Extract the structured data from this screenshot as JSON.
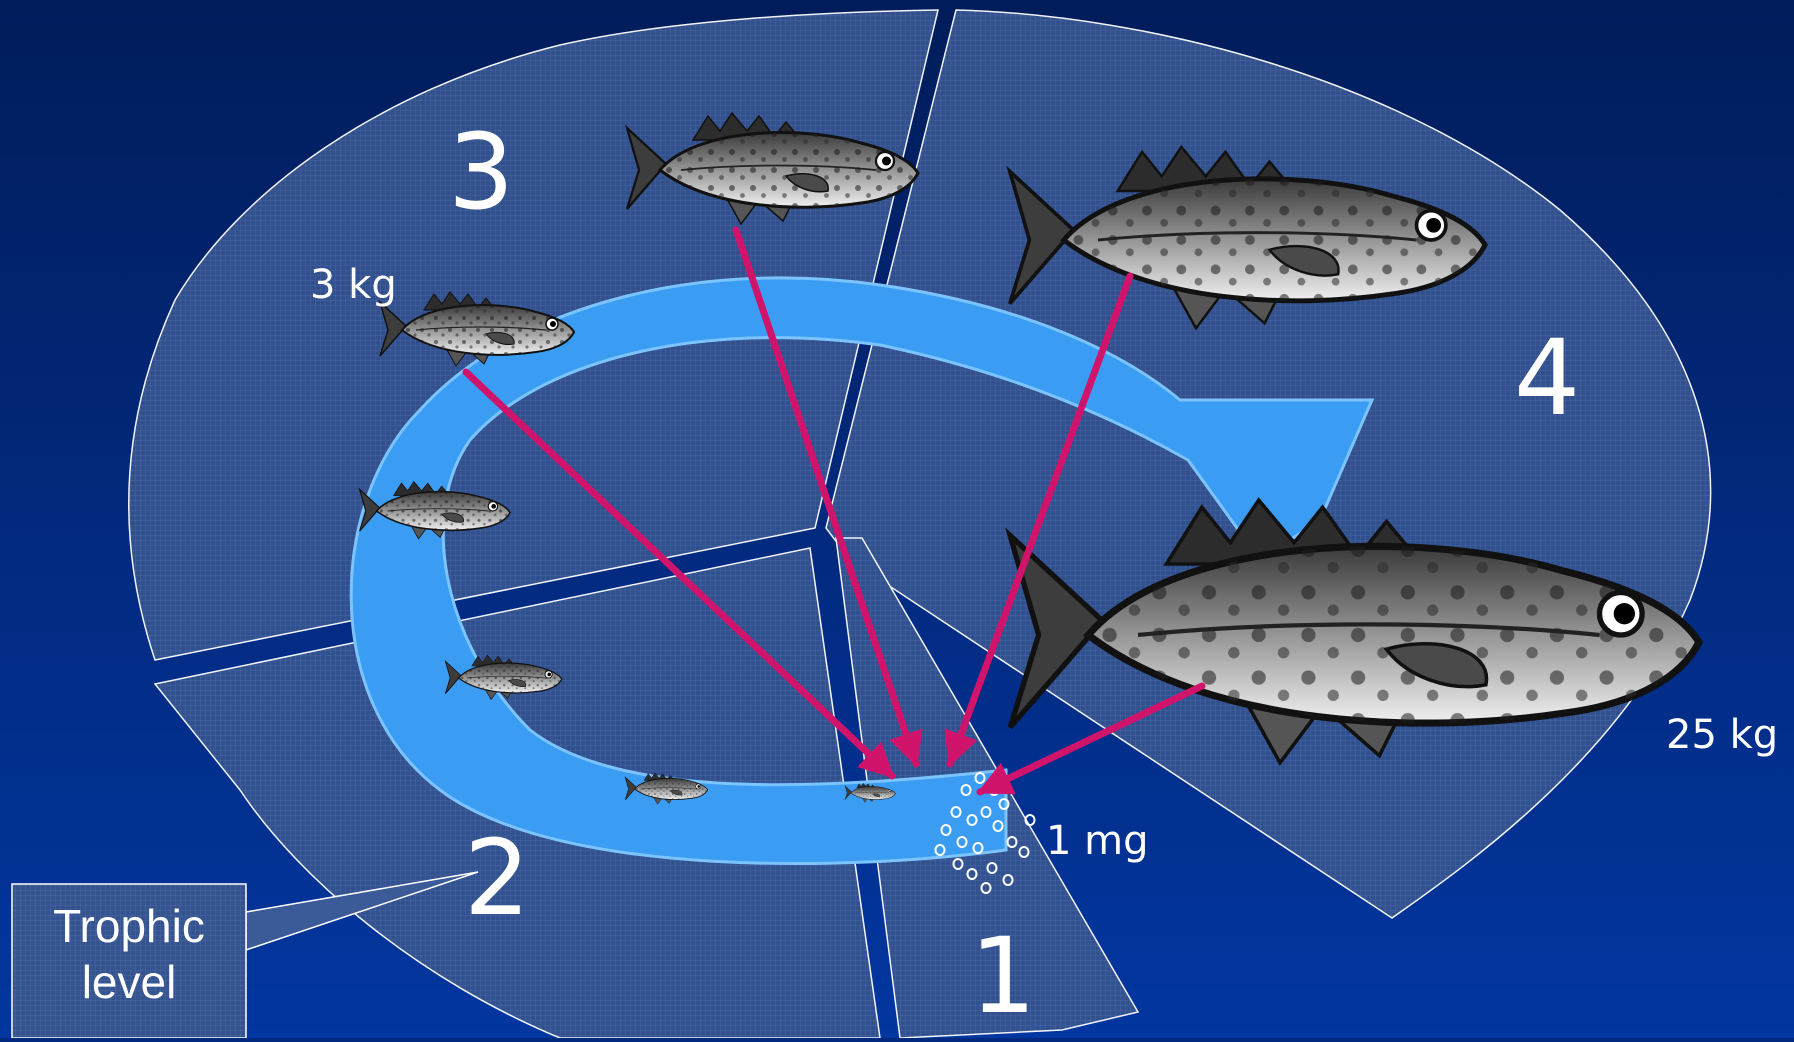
{
  "diagram": {
    "trophic_levels": {
      "level_1": "1",
      "level_2": "2",
      "level_3": "3",
      "level_4": "4"
    },
    "masses": {
      "egg": "1 mg",
      "juvenile": "3 kg",
      "adult": "25 kg"
    },
    "callout": {
      "line1": "Trophic",
      "line2": "level"
    },
    "colors": {
      "background": "#012a7e",
      "sector_fill": "#2f4e90",
      "cycle_arrow": "#3a9cf3",
      "feeding_arrows": "#d1146b",
      "outline": "#ffffff"
    },
    "icons": [
      "fish-icon",
      "egg-cluster-icon"
    ]
  }
}
